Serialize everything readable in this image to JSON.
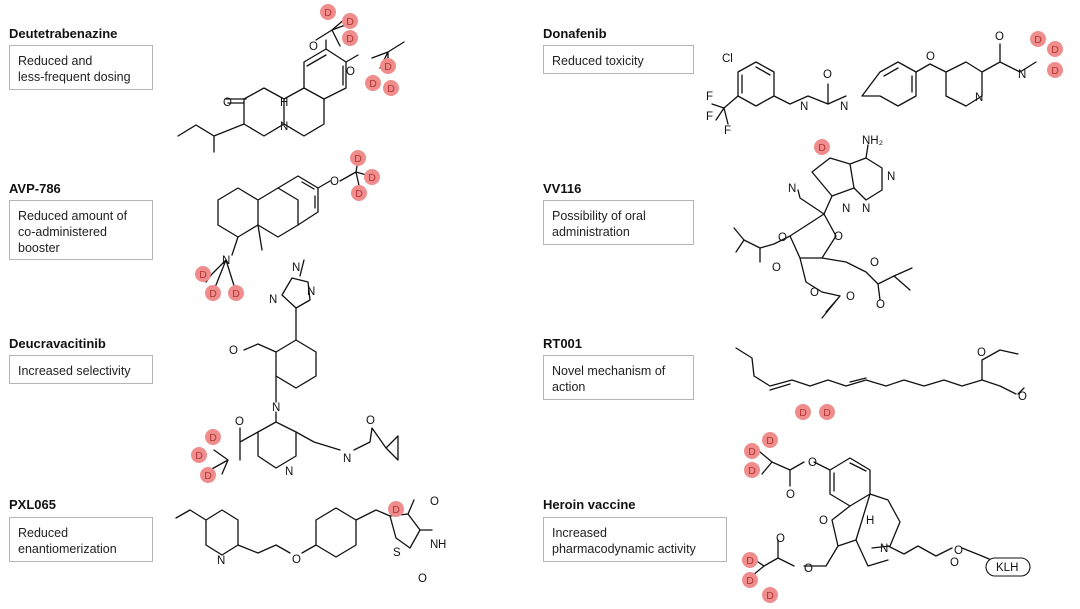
{
  "drugs": [
    {
      "name": "Deutetrabenazine",
      "benefit_lines": [
        "Reduced and",
        "less-frequent dosing"
      ]
    },
    {
      "name": "AVP-786",
      "benefit_lines": [
        "Reduced amount of",
        "co-administered",
        "booster"
      ]
    },
    {
      "name": "Deucravacitinib",
      "benefit_lines": [
        "Increased selectivity"
      ]
    },
    {
      "name": "PXL065",
      "benefit_lines": [
        "Reduced",
        "enantiomerization"
      ]
    },
    {
      "name": "Donafenib",
      "benefit_lines": [
        "Reduced toxicity"
      ]
    },
    {
      "name": "VV116",
      "benefit_lines": [
        "Possibility of oral",
        "administration"
      ]
    },
    {
      "name": "RT001",
      "benefit_lines": [
        "Novel mechanism of",
        "action"
      ]
    },
    {
      "name": "Heroin vaccine",
      "benefit_lines": [
        "Increased",
        "pharmacodynamic activity"
      ]
    }
  ],
  "atoms": {
    "deuterium": "D",
    "oxygen": "O",
    "nitrogen": "N",
    "amine_h": "H",
    "sulfur": "S",
    "chlorine": "Cl",
    "fluorine": "F",
    "amino": "NH₂",
    "carrier": "KLH"
  },
  "colors": {
    "deuterium_highlight": "#ef8d8d",
    "box_border": "#b5b5b5"
  }
}
